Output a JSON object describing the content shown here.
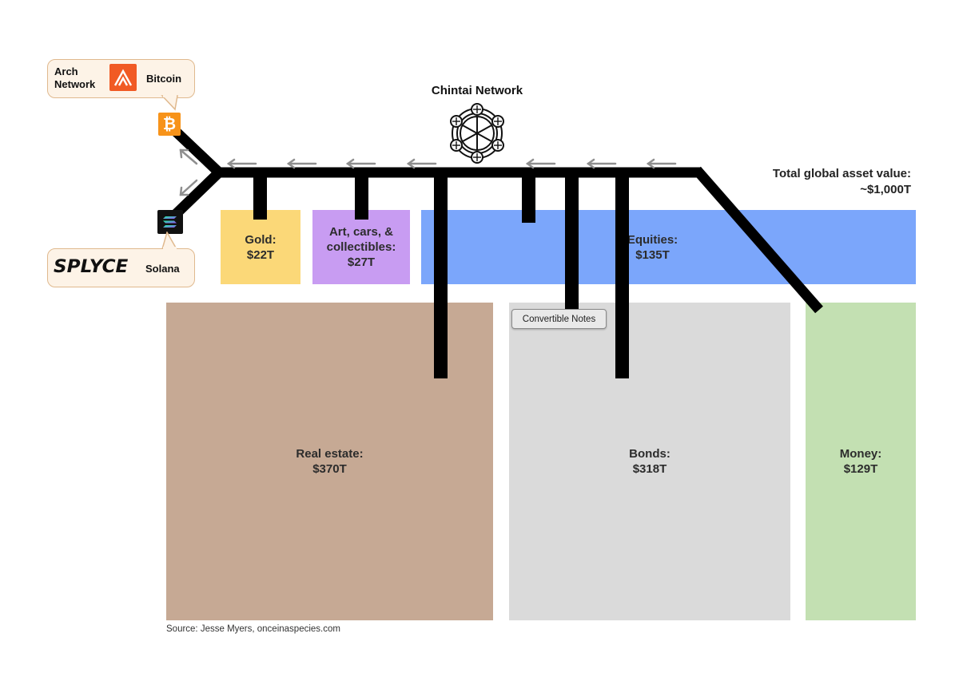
{
  "network_title": "Chintai Network",
  "total": {
    "line1": "Total global asset value:",
    "line2": "~$1,000T"
  },
  "blocks": {
    "gold": {
      "label": "Gold:\n$22T",
      "color": "#fbd878"
    },
    "art": {
      "label": "Art, cars, &\ncollectibles:\n$27T",
      "color": "#c89cf2"
    },
    "equities": {
      "label": "Equities:\n$135T",
      "color": "#7ba6fb"
    },
    "real_estate": {
      "label": "Real estate:\n$370T",
      "color": "#c6a994"
    },
    "bonds": {
      "label": "Bonds:\n$318T",
      "color": "#dadada"
    },
    "money": {
      "label": "Money:\n$129T",
      "color": "#c3e0b2"
    }
  },
  "arch_callout": {
    "label1": "Arch\nNetwork",
    "label2": "Bitcoin",
    "icon": "arch-logo-icon"
  },
  "splyce_callout": {
    "logo_text": "SPLYCE",
    "label": "Solana"
  },
  "bitcoin_icon": {
    "glyph": "₿",
    "color": "#f7931a"
  },
  "convertible_notes": "Convertible Notes",
  "source": "Source:  Jesse Myers, onceinaspecies.com"
}
